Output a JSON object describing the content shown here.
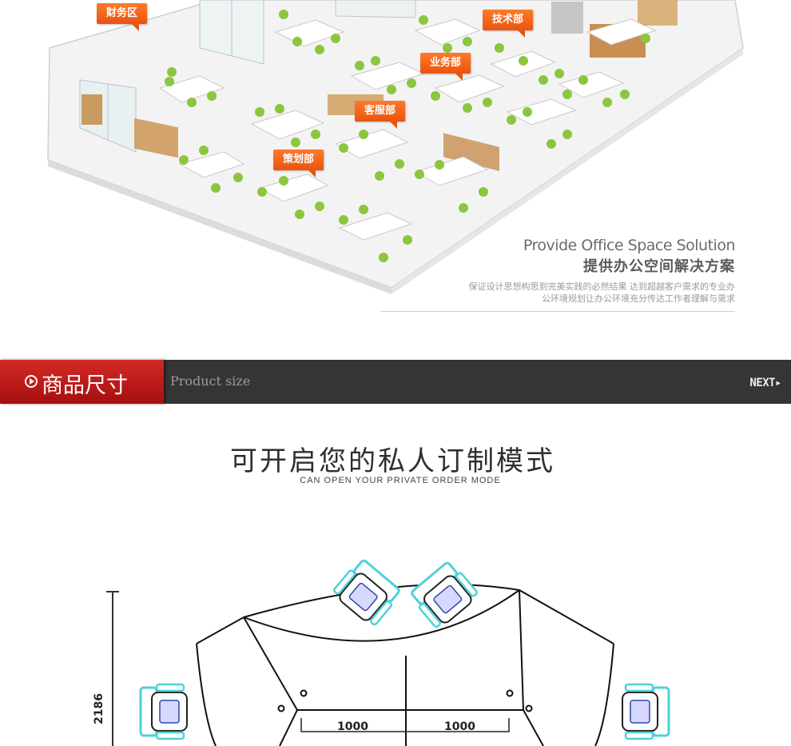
{
  "departments": {
    "finance": "财务区",
    "tech": "技术部",
    "business": "业务部",
    "service": "客服部",
    "planning": "策划部"
  },
  "solution": {
    "title_en": "Provide Office Space Solution",
    "title_cn": "提供办公空间解决方案",
    "desc_line1": "保证设计思想构思到完美实践的必然结果 达到超越客户需求的专业办",
    "desc_line2": "公环境规划让办公环境充分传达工作者理解与需求"
  },
  "section_bar": {
    "title_cn": "商品尺寸",
    "title_en": "Product size",
    "next_label": "NEXT▸"
  },
  "custom_heading": {
    "cn": "可开启您的私人订制模式",
    "en": "CAN OPEN YOUR PRIVATE ORDER MODE"
  },
  "dimensions": {
    "height": "2186",
    "left_width": "1000",
    "right_width": "1000"
  },
  "colors": {
    "accent_orange": "#f26b1d",
    "chair_green": "#8cc63f",
    "bar_red": "#c21b1b",
    "bar_dark": "#353535",
    "chair_cyan": "#4fd1d9"
  },
  "icons": {
    "section_bar": "play-circle-icon"
  }
}
